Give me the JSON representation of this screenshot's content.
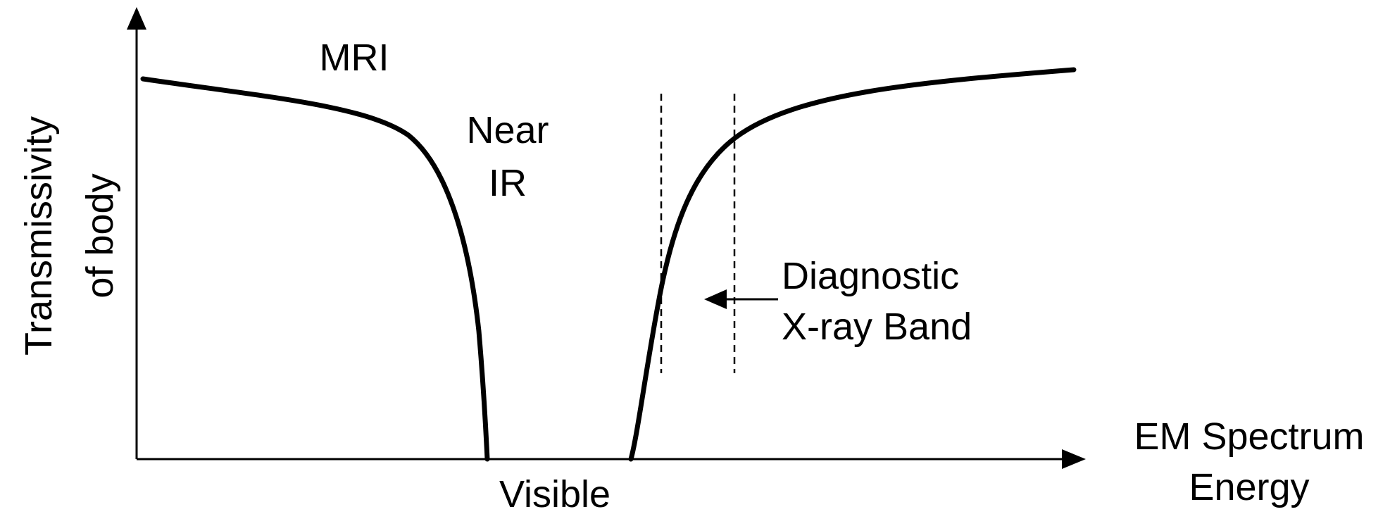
{
  "axes": {
    "y_label_line1": "Transmissivity",
    "y_label_line2": "of body",
    "x_label_line1": "EM Spectrum",
    "x_label_line2": "Energy"
  },
  "regions": {
    "mri": "MRI",
    "near_ir_line1": "Near",
    "near_ir_line2": "IR",
    "visible": "Visible",
    "xray_line1": "Diagnostic",
    "xray_line2": "X-ray Band"
  },
  "colors": {
    "ink": "#000000",
    "background": "#ffffff"
  }
}
